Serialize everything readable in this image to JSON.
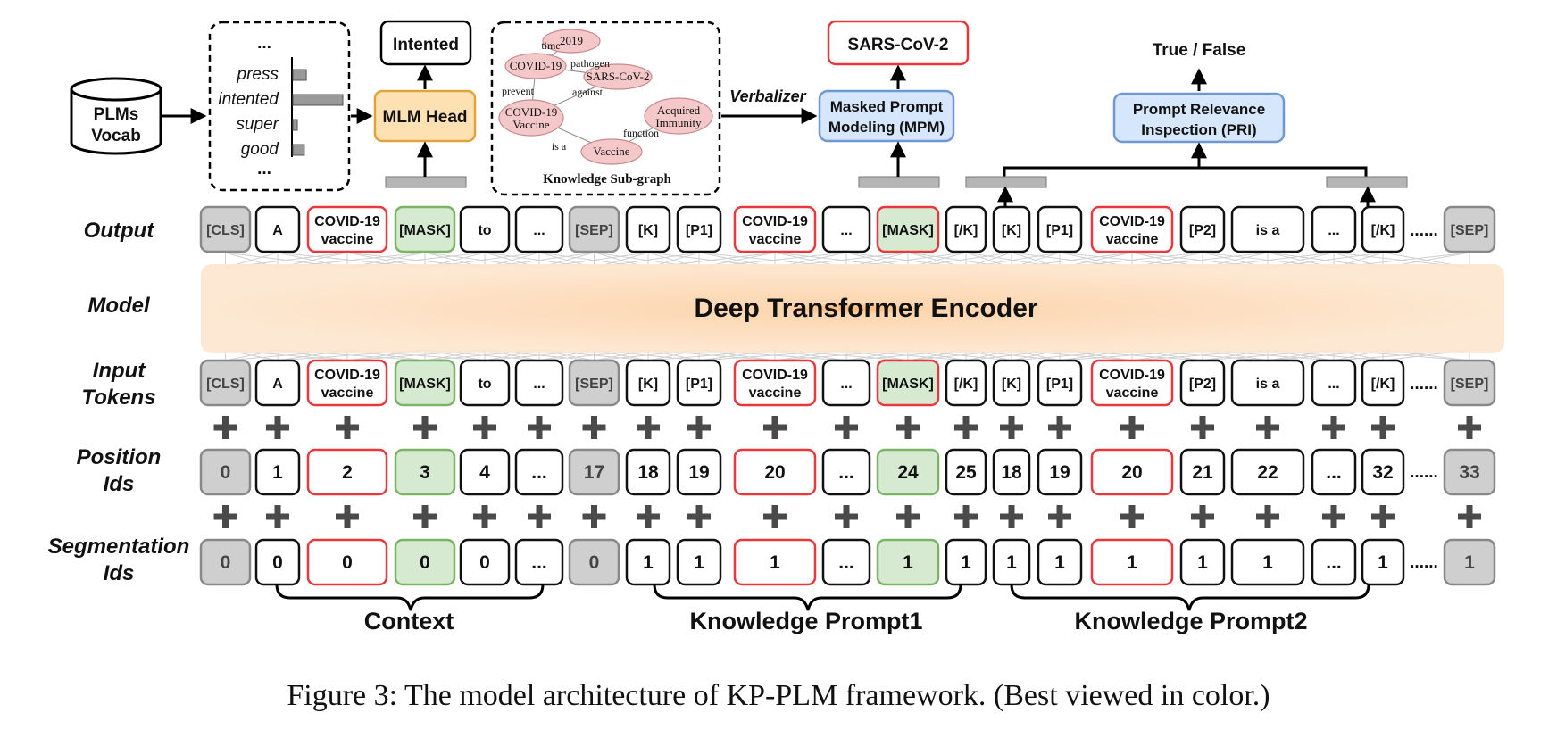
{
  "row_labels": {
    "output": "Output",
    "model": "Model",
    "input_line1": "Input",
    "input_line2": "Tokens",
    "position_line1": "Position",
    "position_line2": "Ids",
    "segmentation_line1": "Segmentation",
    "segmentation_line2": "Ids"
  },
  "encoder_label": "Deep Transformer Encoder",
  "tokens": [
    {
      "text": [
        "[CLS]"
      ],
      "pos": "0",
      "seg": "0",
      "style": "gray"
    },
    {
      "text": [
        "A"
      ],
      "pos": "1",
      "seg": "0",
      "style": "plain"
    },
    {
      "text": [
        "COVID-19",
        "vaccine"
      ],
      "pos": "2",
      "seg": "0",
      "style": "red"
    },
    {
      "text": [
        "[MASK]"
      ],
      "pos": "3",
      "seg": "0",
      "style": "green"
    },
    {
      "text": [
        "to"
      ],
      "pos": "4",
      "seg": "0",
      "style": "plain"
    },
    {
      "text": [
        "..."
      ],
      "pos": "...",
      "seg": "...",
      "style": "plain"
    },
    {
      "text": [
        "[SEP]"
      ],
      "pos": "17",
      "seg": "0",
      "style": "gray"
    },
    {
      "text": [
        "[K]"
      ],
      "pos": "18",
      "seg": "1",
      "style": "plain"
    },
    {
      "text": [
        "[P1]"
      ],
      "pos": "19",
      "seg": "1",
      "style": "plain"
    },
    {
      "text": [
        "COVID-19",
        "vaccine"
      ],
      "pos": "20",
      "seg": "1",
      "style": "red"
    },
    {
      "text": [
        "..."
      ],
      "pos": "...",
      "seg": "...",
      "style": "plain"
    },
    {
      "text": [
        "[MASK]"
      ],
      "pos": "24",
      "seg": "1",
      "style": "redgreen"
    },
    {
      "text": [
        "[/K]"
      ],
      "pos": "25",
      "seg": "1",
      "style": "plain"
    },
    {
      "text": [
        "[K]"
      ],
      "pos": "18",
      "seg": "1",
      "style": "plain"
    },
    {
      "text": [
        "[P1]"
      ],
      "pos": "19",
      "seg": "1",
      "style": "plain"
    },
    {
      "text": [
        "COVID-19",
        "vaccine"
      ],
      "pos": "20",
      "seg": "1",
      "style": "red"
    },
    {
      "text": [
        "[P2]"
      ],
      "pos": "21",
      "seg": "1",
      "style": "plain"
    },
    {
      "text": [
        "is a"
      ],
      "pos": "22",
      "seg": "1",
      "style": "plain"
    },
    {
      "text": [
        "..."
      ],
      "pos": "...",
      "seg": "...",
      "style": "plain"
    },
    {
      "text": [
        "[/K]"
      ],
      "pos": "32",
      "seg": "1",
      "style": "plain"
    },
    {
      "text": [
        "[SEP]"
      ],
      "pos": "33",
      "seg": "1",
      "style": "gray"
    }
  ],
  "ellipsis_dots": "......",
  "groups": {
    "context": "Context",
    "prompt1": "Knowledge Prompt1",
    "prompt2": "Knowledge Prompt2"
  },
  "plms_vocab": [
    "PLMs",
    "Vocab"
  ],
  "vocab_panel": {
    "top": "...",
    "words": [
      "press",
      "intented",
      "super",
      "good"
    ],
    "bar_values": [
      0.27,
      1.0,
      0.09,
      0.23
    ],
    "bottom": "..."
  },
  "mlm_head": "MLM Head",
  "intented_box": "Intented",
  "knowledge_subgraph": {
    "title": "Knowledge Sub-graph",
    "nodes": [
      "2019",
      "COVID-19",
      "SARS-CoV-2",
      "COVID-19 Vaccine",
      "Acquired Immunity",
      "Vaccine"
    ],
    "edges": [
      "time",
      "pathogen",
      "prevent",
      "against",
      "function",
      "is a"
    ]
  },
  "verbalizer": "Verbalizer",
  "sars_box": "SARS-CoV-2",
  "mpm_box": [
    "Masked Prompt",
    "Modeling (MPM)"
  ],
  "true_false": "True / False",
  "pri_box": [
    "Prompt Relevance",
    "Inspection (PRI)"
  ],
  "caption": "Figure 3: The model architecture of KP-PLM framework. (Best viewed in color.)",
  "colors": {
    "red": "#e8383d",
    "green_fill": "#d5ead0",
    "green_border": "#7ab464",
    "gray_fill": "#cfcfcf",
    "blue_fill": "#d6e6fb",
    "blue_border": "#6f97d1",
    "orange_fill": "#fde1b2",
    "orange_border": "#e0a33a",
    "pink": "#f4c7c9",
    "encoder": "#fde3c8"
  }
}
